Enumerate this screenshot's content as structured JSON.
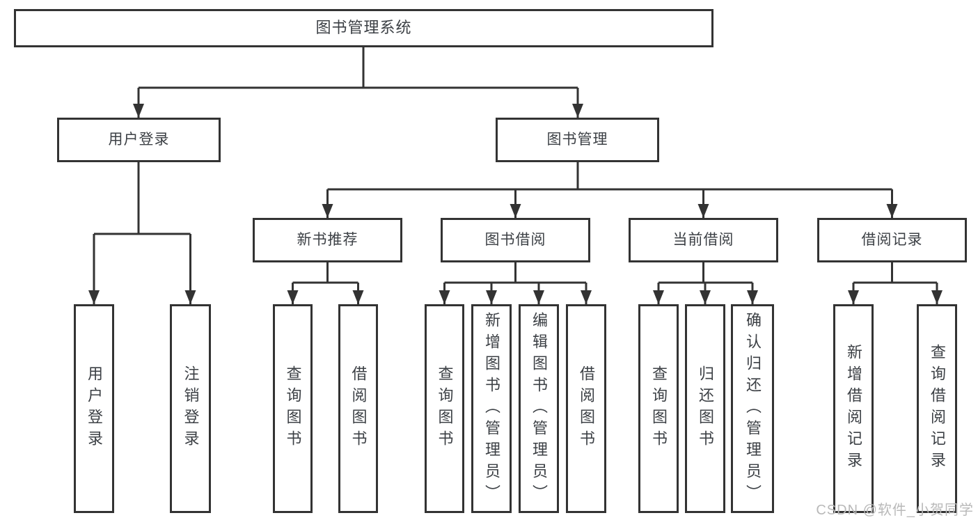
{
  "diagram": {
    "colors": {
      "line": "#333333",
      "text": "#3c4045",
      "watermark": "#b9b9b9",
      "background": "#ffffff"
    },
    "nodes": {
      "root": "图书管理系统",
      "level2": [
        "用户登录",
        "图书管理"
      ],
      "level3": [
        "新书推荐",
        "图书借阅",
        "当前借阅",
        "借阅记录"
      ],
      "leaves_user_login": [
        "用户登录",
        "注销登录"
      ],
      "leaves_new_book": [
        "查询图书",
        "借阅图书"
      ],
      "leaves_book_borrow": [
        "查询图书",
        "新增图书（管理员）",
        "编辑图书（管理员）",
        "借阅图书"
      ],
      "leaves_current_borrow": [
        "查询图书",
        "归还图书",
        "确认归还（管理员）"
      ],
      "leaves_borrow_records": [
        "新增借阅记录",
        "查询借阅记录"
      ]
    },
    "watermark": "CSDN @软件_小贺同学"
  }
}
